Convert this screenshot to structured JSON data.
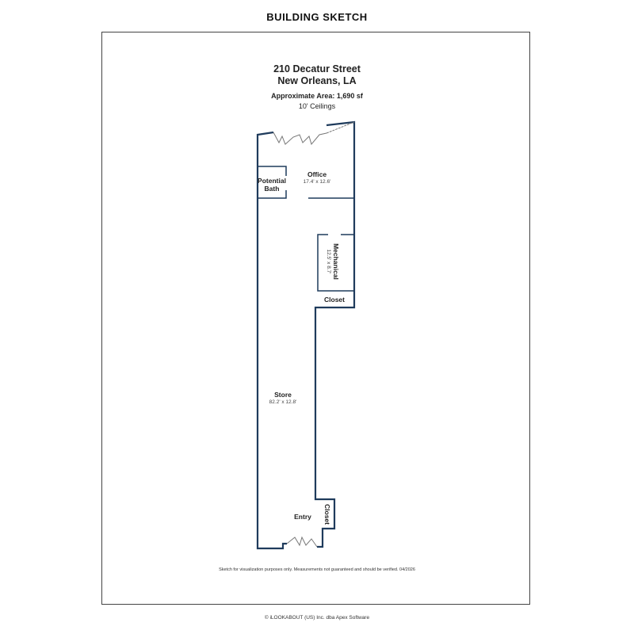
{
  "title": "BUILDING SKETCH",
  "address_line1": "210 Decatur Street",
  "address_line2": "New Orleans, LA",
  "area": "Approximate Area: 1,690 sf",
  "ceilings": "10' Ceilings",
  "rooms": [
    {
      "name": "Office",
      "dims": "17.4' x 12.6'"
    },
    {
      "name": "Potential",
      "name2": "Bath"
    },
    {
      "name": "Mechanical",
      "dims": "12.5' x 8.7'"
    },
    {
      "name": "Closet"
    },
    {
      "name": "Store",
      "dims": "82.2' x 12.8'"
    },
    {
      "name": "Entry"
    },
    {
      "name": "Closet"
    }
  ],
  "disclaimer": "Sketch for visualization purposes only. Measurements not guaranteed and should be verified. 04/2026",
  "copyright": "© iLOOKABOUT (US) Inc. dba Apex Software",
  "colors": {
    "wall": "#1f3b5c",
    "door": "#777777"
  }
}
